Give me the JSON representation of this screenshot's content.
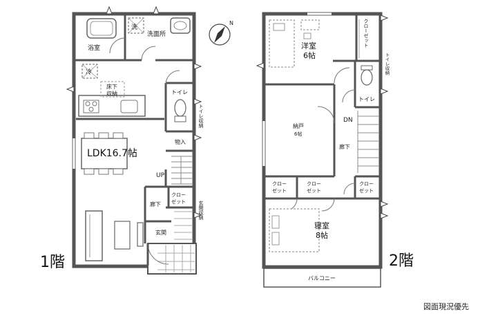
{
  "floor1": {
    "floor_label": "1階",
    "rooms": {
      "ldk": "LDK16.7帖",
      "bath": "浴室",
      "washroom": "洗面所",
      "washer": "洗",
      "fridge": "冷",
      "underfloor_line1": "床下",
      "underfloor_line2": "収納",
      "toilet": "トイレ",
      "toilet_storage": "トイレ収納",
      "storage": "物入",
      "up": "UP",
      "hall": "廊下",
      "closet_line1": "クロー",
      "closet_line2": "ゼット",
      "entrance": "玄関",
      "entrance_storage": "玄関収納"
    }
  },
  "floor2": {
    "floor_label": "2階",
    "rooms": {
      "western_line1": "洋室",
      "western_line2": "6帖",
      "closet_vertical": "クローゼット",
      "toilet_storage": "トイレ収納",
      "toilet": "トイレ",
      "storeroom_line1": "納戸",
      "storeroom_line2": "6帖",
      "dn": "DN",
      "hall": "廊下",
      "closet_line1": "クロー",
      "closet_line2": "ゼット",
      "bedroom_line1": "寝室",
      "bedroom_line2": "8帖",
      "balcony": "バルコニー"
    }
  },
  "note": "図面現況優先"
}
